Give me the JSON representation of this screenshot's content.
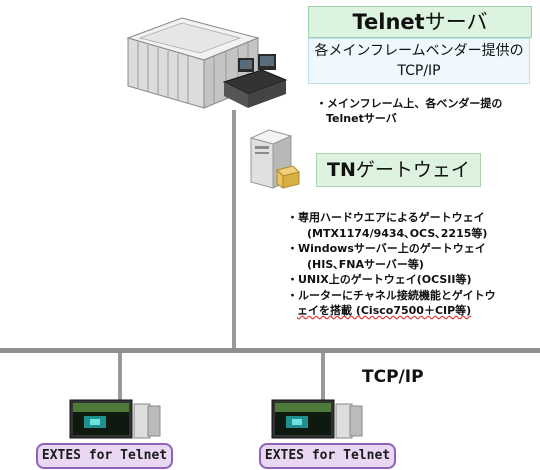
{
  "telnet_server": {
    "title_latin": "Telnet",
    "title_kana": "サーバ",
    "subtitle_line1": "各メインフレームベンダー提供の",
    "subtitle_line2": "TCP/IP",
    "note_line1": "・メインフレーム上、各ベンダー提の",
    "note_line2": "Telnetサーバ"
  },
  "tn_gateway": {
    "title_latin": "TN",
    "title_kana": "ゲートウェイ",
    "items": [
      "・専用ハードウエアによるゲートウェイ",
      "(MTX1174/9434､OCS､2215等)",
      "・Windowsサーバー上のゲートウェイ",
      "(HIS､FNAサーバー等)",
      "・UNIX上のゲートウェイ(OCSII等)",
      "・ルーターにチャネル接続機能とゲイトウ",
      "ェイを搭載  (Cisco7500＋CIP等)"
    ]
  },
  "network_label": "TCP/IP",
  "clients": [
    {
      "label": "EXTES for Telnet"
    },
    {
      "label": "EXTES for Telnet"
    }
  ]
}
